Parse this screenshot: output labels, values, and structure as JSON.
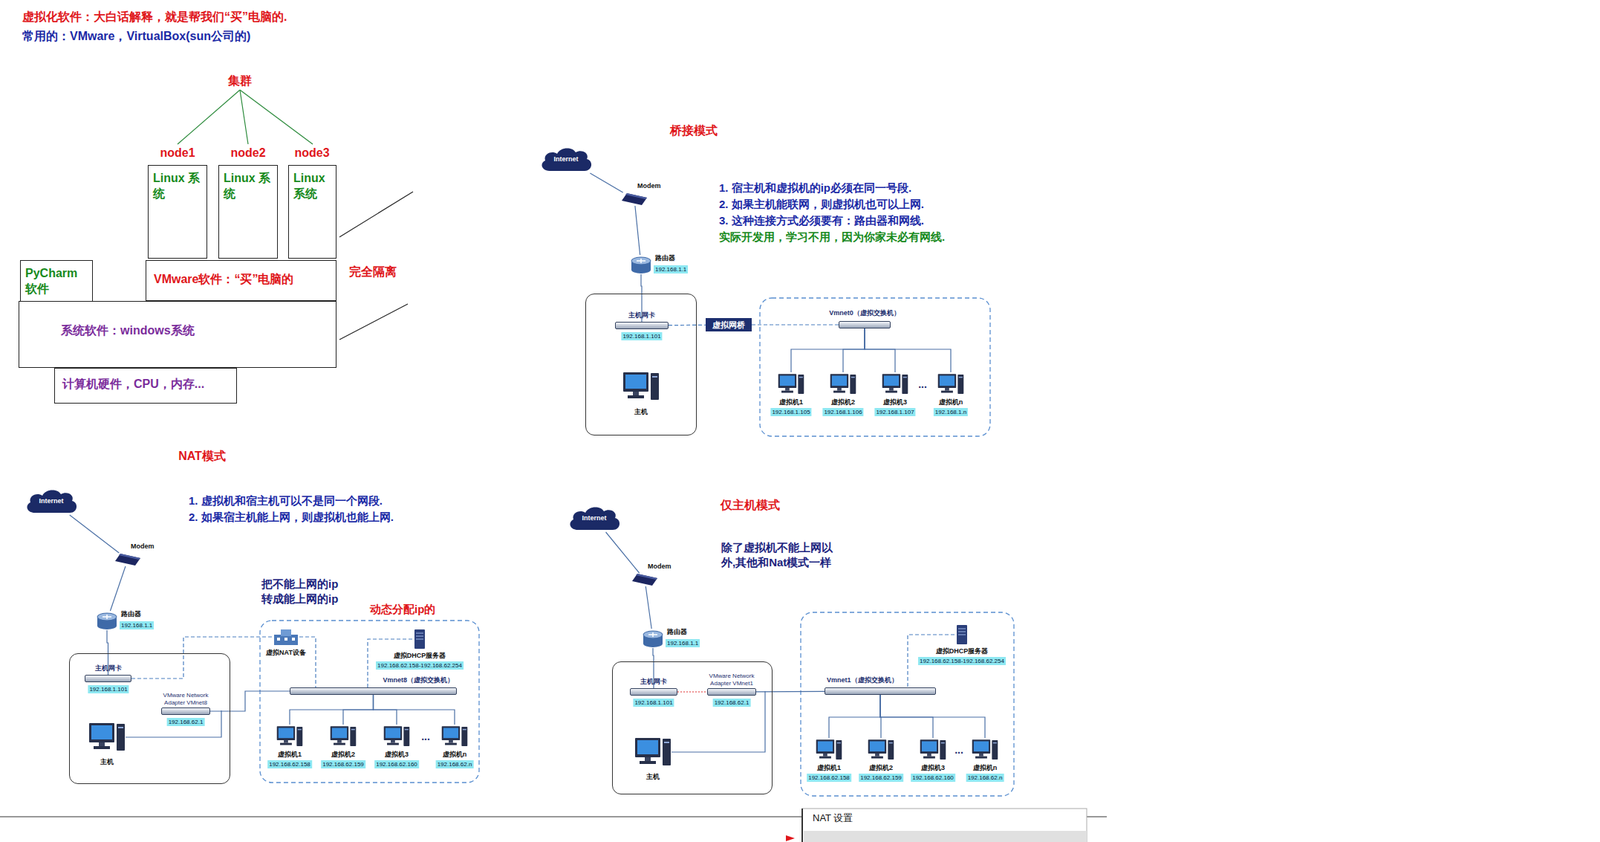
{
  "diagram": {
    "nodes": [
      {
        "text": [
          "node1",
          "Linux 系统"
        ]
      },
      {
        "text": [
          "node2",
          "Linux 系统"
        ]
      },
      {
        "text": [
          "node3",
          "Linux 系统"
        ]
      },
      {
        "text": [
          "PyCharm 软件"
        ]
      },
      {
        "text": [
          "VMware软件：“买”电脑的"
        ]
      },
      {
        "text": [
          "系统软件：windows系统"
        ]
      },
      {
        "text": [
          "计算机硬件，CPU，内存..."
        ]
      },
      {
        "text": [
          "Internet"
        ]
      },
      {
        "text": [
          "Modem"
        ]
      },
      {
        "text": [
          "路由器",
          "192.168.1.1"
        ]
      },
      {
        "text": [
          "主机"
        ]
      },
      {
        "text": [
          "主机网卡",
          "192.168.1.101"
        ],
        "in": 10
      },
      {
        "text": [
          "虚拟网桥"
        ]
      },
      {
        "text": [
          "Vmnet0（虚拟交换机）"
        ]
      },
      {
        "text": [
          "虚拟机1",
          "192.168.1.105"
        ]
      },
      {
        "text": [
          "虚拟机2",
          "192.168.1.106"
        ]
      },
      {
        "text": [
          "虚拟机3",
          "192.168.1.107"
        ]
      },
      {
        "text": [
          "虚拟机n",
          "192.168.1.n"
        ]
      },
      {
        "text": [
          "Internet"
        ]
      },
      {
        "text": [
          "Modem"
        ]
      },
      {
        "text": [
          "路由器",
          "192.168.1.1"
        ]
      },
      {
        "text": [
          "主机"
        ]
      },
      {
        "text": [
          "主机网卡",
          "192.168.1.101"
        ],
        "in": 21
      },
      {
        "text": [
          "VMware Network Adapter VMnet8",
          "192.168.62.1"
        ],
        "in": 21
      },
      {
        "text": [
          "虚拟NAT设备"
        ]
      },
      {
        "text": [
          "虚拟DHCP服务器",
          "192.168.62.158-192.168.62.254"
        ]
      },
      {
        "text": [
          "Vmnet8（虚拟交换机）"
        ]
      },
      {
        "text": [
          "虚拟机1",
          "192.168.62.158"
        ]
      },
      {
        "text": [
          "虚拟机2",
          "192.168.62.159"
        ]
      },
      {
        "text": [
          "虚拟机3",
          "192.168.62.160"
        ]
      },
      {
        "text": [
          "虚拟机n",
          "192.168.62.n"
        ]
      },
      {
        "text": [
          "Internet"
        ]
      },
      {
        "text": [
          "Modem"
        ]
      },
      {
        "text": [
          "路由器",
          "192.168.1.1"
        ]
      },
      {
        "text": [
          "主机"
        ]
      },
      {
        "text": [
          "主机网卡",
          "192.168.1.101"
        ],
        "in": 34
      },
      {
        "text": [
          "VMware Network Adapter VMnet1",
          "192.168.62.1"
        ],
        "in": 34
      },
      {
        "text": [
          "虚拟DHCP服务器",
          "192.168.62.158-192.168.62.254"
        ]
      },
      {
        "text": [
          "Vmnet1（虚拟交换机）"
        ]
      },
      {
        "text": [
          "虚拟机1",
          "192.168.62.158"
        ]
      },
      {
        "text": [
          "虚拟机2",
          "192.168.62.159"
        ]
      },
      {
        "text": [
          "虚拟机3",
          "192.168.62.160"
        ]
      },
      {
        "text": [
          "虚拟机n",
          "192.168.62.n"
        ]
      }
    ],
    "edges": [
      {
        "from": 7,
        "to": 8,
        "arrow": "none"
      },
      {
        "from": 8,
        "to": 9,
        "arrow": "none"
      },
      {
        "from": 9,
        "to": 11,
        "arrow": "none"
      },
      {
        "from": 11,
        "to": 12,
        "arrow": "none"
      },
      {
        "from": 12,
        "to": 13,
        "arrow": "none"
      },
      {
        "from": 13,
        "to": 14,
        "arrow": "none"
      },
      {
        "from": 13,
        "to": 15,
        "arrow": "none"
      },
      {
        "from": 13,
        "to": 16,
        "arrow": "none"
      },
      {
        "from": 13,
        "to": 17,
        "arrow": "none"
      },
      {
        "from": 18,
        "to": 19,
        "arrow": "none"
      },
      {
        "from": 19,
        "to": 20,
        "arrow": "none"
      },
      {
        "from": 20,
        "to": 22,
        "arrow": "none"
      },
      {
        "from": 22,
        "to": 24,
        "arrow": "none"
      },
      {
        "from": 24,
        "to": 26,
        "arrow": "none"
      },
      {
        "from": 25,
        "to": 26,
        "arrow": "none"
      },
      {
        "from": 23,
        "to": 26,
        "arrow": "none"
      },
      {
        "from": 26,
        "to": 27,
        "arrow": "none"
      },
      {
        "from": 26,
        "to": 28,
        "arrow": "none"
      },
      {
        "from": 26,
        "to": 29,
        "arrow": "none"
      },
      {
        "from": 26,
        "to": 30,
        "arrow": "none"
      },
      {
        "from": 31,
        "to": 32,
        "arrow": "none"
      },
      {
        "from": 32,
        "to": 33,
        "arrow": "none"
      },
      {
        "from": 33,
        "to": 35,
        "arrow": "none"
      },
      {
        "from": 35,
        "to": 36,
        "arrow": "none"
      },
      {
        "from": 36,
        "to": 38,
        "arrow": "none"
      },
      {
        "from": 37,
        "to": 38,
        "arrow": "none"
      },
      {
        "from": 38,
        "to": 39,
        "arrow": "none"
      },
      {
        "from": 38,
        "to": 40,
        "arrow": "none"
      },
      {
        "from": 38,
        "to": 41,
        "arrow": "none"
      },
      {
        "from": 38,
        "to": 42,
        "arrow": "none"
      }
    ],
    "labels": [
      "虚拟化软件：大白话解释，就是帮我们“买”电脑的.",
      "常用的：VMware，VirtualBox(sun公司的)",
      "集群",
      "完全隔离",
      "桥接模式",
      "1. 宿主机和虚拟机的ip必须在同一号段.",
      "2. 如果主机能联网，则虚拟机也可以上网.",
      "3. 这种连接方式必须要有：路由器和网线.",
      "实际开发用，学习不用，因为你家未必有网线.",
      "...",
      "NAT模式",
      "1. 虚拟机和宿主机可以不是同一个网段.",
      "2. 如果宿主机能上网，则虚拟机也能上网.",
      "把不能上网的ip 转成能上网的ip",
      "动态分配ip的",
      "...",
      "仅主机模式",
      "除了虚拟机不能上网以外,其他和Nat模式一样",
      "...",
      "NAT 设置"
    ]
  }
}
